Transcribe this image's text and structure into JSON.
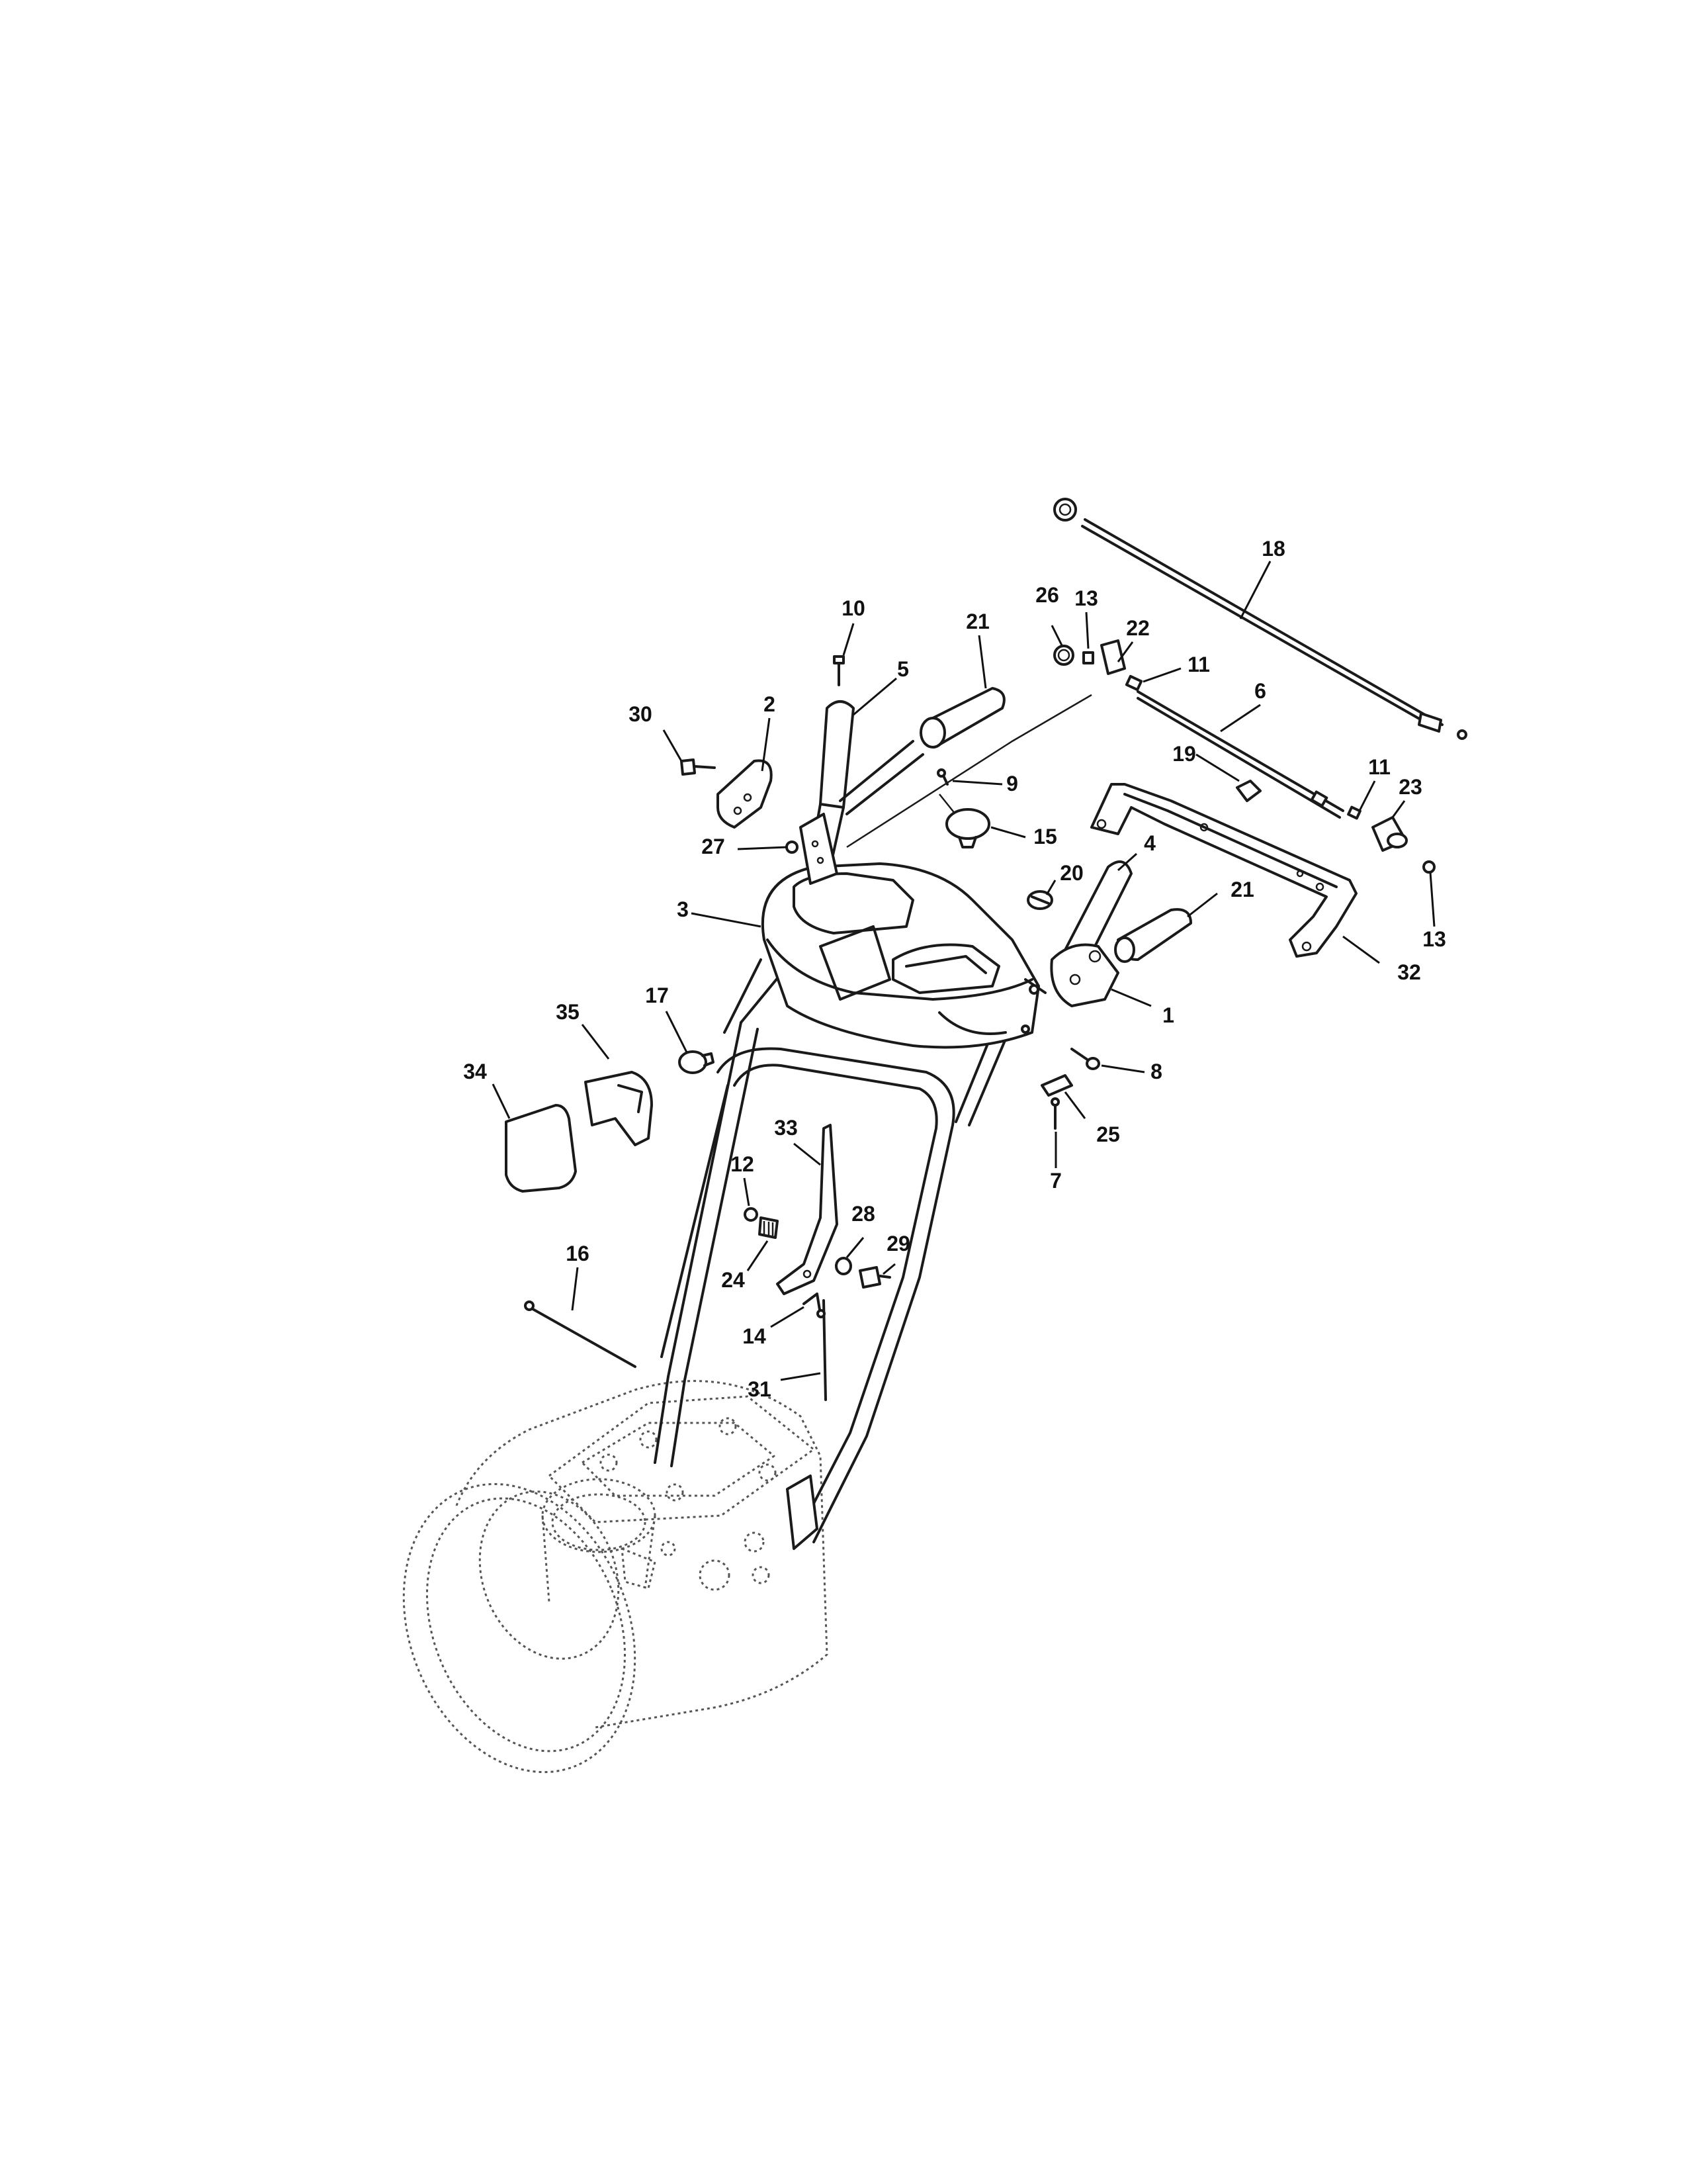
{
  "callouts": [
    {
      "id": "c1",
      "label": "1"
    },
    {
      "id": "c2",
      "label": "2"
    },
    {
      "id": "c3",
      "label": "3"
    },
    {
      "id": "c4",
      "label": "4"
    },
    {
      "id": "c5",
      "label": "5"
    },
    {
      "id": "c6",
      "label": "6"
    },
    {
      "id": "c7",
      "label": "7"
    },
    {
      "id": "c8",
      "label": "8"
    },
    {
      "id": "c9",
      "label": "9"
    },
    {
      "id": "c10",
      "label": "10"
    },
    {
      "id": "c11a",
      "label": "11"
    },
    {
      "id": "c11b",
      "label": "11"
    },
    {
      "id": "c12",
      "label": "12"
    },
    {
      "id": "c13a",
      "label": "13"
    },
    {
      "id": "c13b",
      "label": "13"
    },
    {
      "id": "c14",
      "label": "14"
    },
    {
      "id": "c15",
      "label": "15"
    },
    {
      "id": "c16",
      "label": "16"
    },
    {
      "id": "c17",
      "label": "17"
    },
    {
      "id": "c18",
      "label": "18"
    },
    {
      "id": "c19",
      "label": "19"
    },
    {
      "id": "c20",
      "label": "20"
    },
    {
      "id": "c21a",
      "label": "21"
    },
    {
      "id": "c21b",
      "label": "21"
    },
    {
      "id": "c22",
      "label": "22"
    },
    {
      "id": "c23",
      "label": "23"
    },
    {
      "id": "c24",
      "label": "24"
    },
    {
      "id": "c25",
      "label": "25"
    },
    {
      "id": "c26",
      "label": "26"
    },
    {
      "id": "c27",
      "label": "27"
    },
    {
      "id": "c28",
      "label": "28"
    },
    {
      "id": "c29",
      "label": "29"
    },
    {
      "id": "c30",
      "label": "30"
    },
    {
      "id": "c31",
      "label": "31"
    },
    {
      "id": "c32",
      "label": "32"
    },
    {
      "id": "c33",
      "label": "33"
    },
    {
      "id": "c34",
      "label": "34"
    },
    {
      "id": "c35",
      "label": "35"
    }
  ]
}
